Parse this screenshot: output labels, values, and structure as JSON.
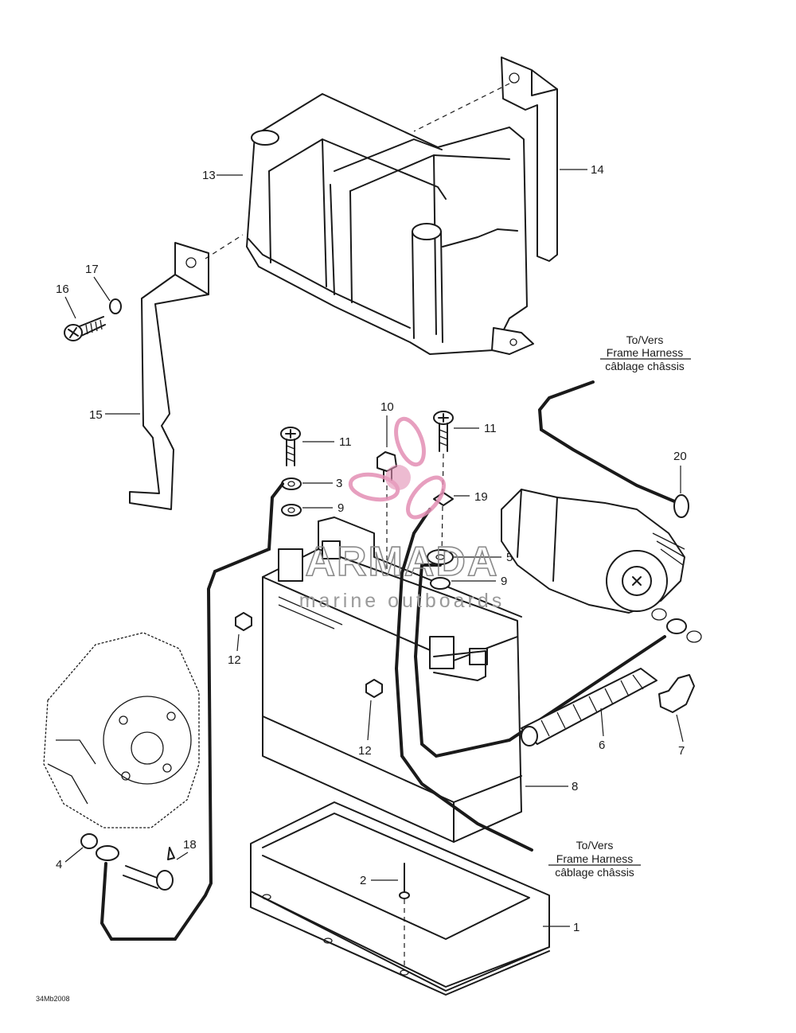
{
  "diagram": {
    "code": "34Mb2008",
    "callouts": [
      "1",
      "2",
      "3",
      "4",
      "5",
      "6",
      "7",
      "8",
      "9",
      "9",
      "10",
      "11",
      "11",
      "12",
      "12",
      "13",
      "14",
      "15",
      "16",
      "17",
      "18",
      "19",
      "20"
    ],
    "harness_notes": {
      "top": {
        "line1": "To/Vers",
        "line2": "Frame Harness",
        "line3": "câblage châssis"
      },
      "bottom": {
        "line1": "To/Vers",
        "line2": "Frame Harness",
        "line3": "câblage châssis"
      }
    }
  },
  "watermark": {
    "brand": "ARMADA",
    "tagline": "marine outboards",
    "colors": {
      "logo": "#e38fb4",
      "text": "#8a8a8a"
    }
  }
}
